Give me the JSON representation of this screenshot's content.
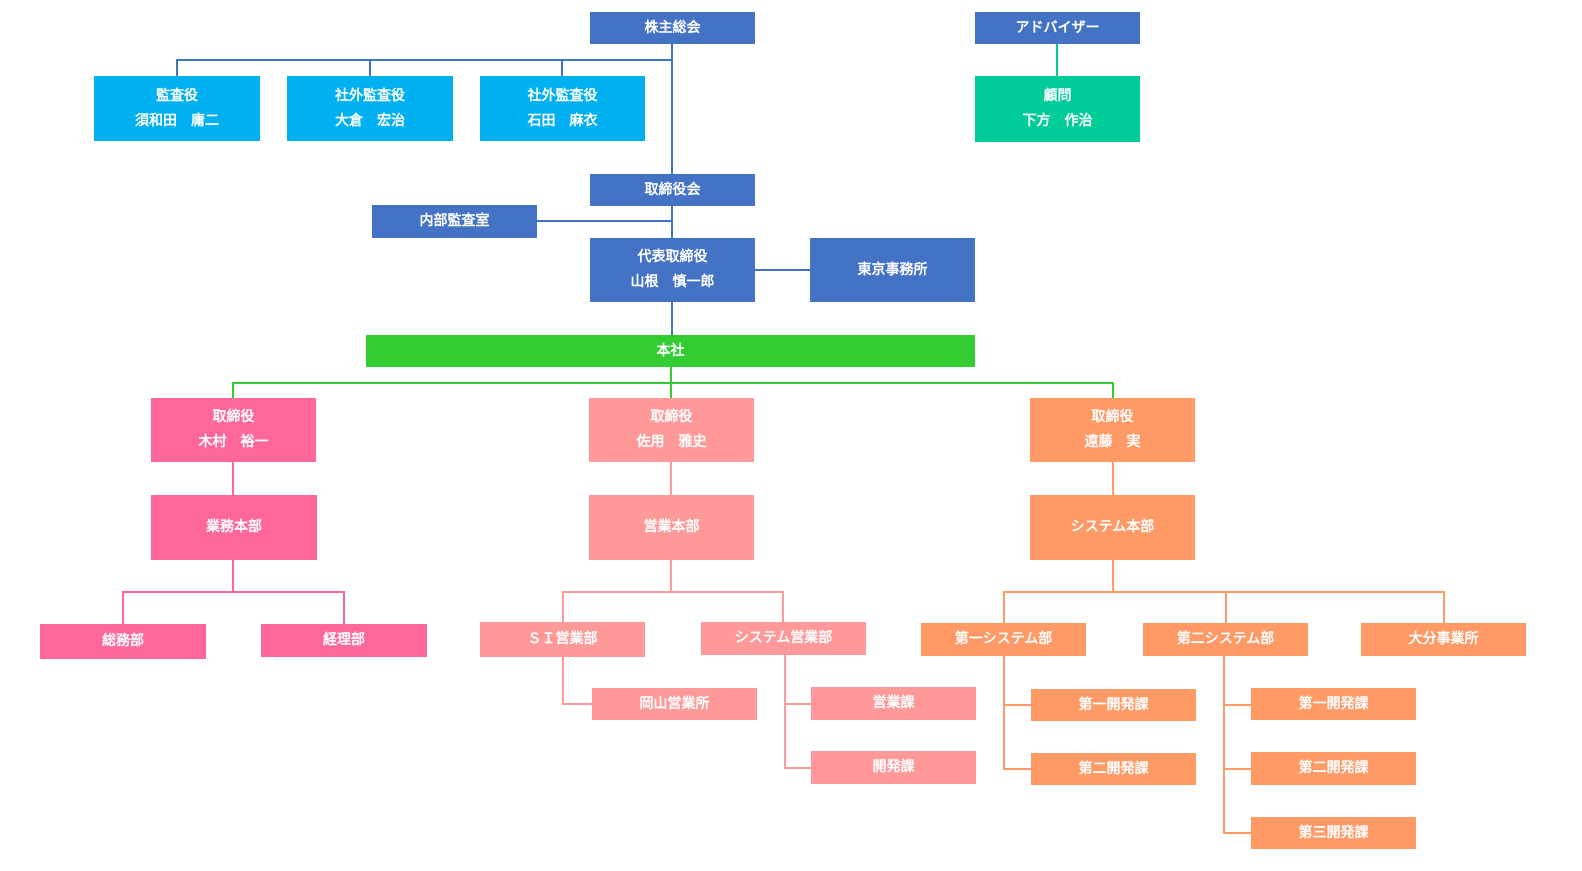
{
  "colors": {
    "blue": "#4472c4",
    "cyan": "#00b0f0",
    "teal": "#00cc99",
    "green": "#33cc33",
    "pink": "#ff6699",
    "salmon": "#ff9999",
    "orange": "#ff9966"
  },
  "top": {
    "shareholders": "株主総会",
    "advisor": "アドバイザー",
    "auditor": [
      "監査役",
      "須和田　庸二"
    ],
    "ext_auditor_1": [
      "社外監査役",
      "大倉　宏治"
    ],
    "ext_auditor_2": [
      "社外監査役",
      "石田　麻衣"
    ],
    "counselor": [
      "顧問",
      "下方　作治"
    ],
    "board": "取締役会",
    "internal_audit": "内部監査室",
    "ceo": [
      "代表取締役",
      "山根　慎一郎"
    ],
    "tokyo_office": "東京事務所",
    "head_office": "本社"
  },
  "left": {
    "director": [
      "取締役",
      "木村　裕一"
    ],
    "division": "業務本部",
    "dept_1": "総務部",
    "dept_2": "経理部"
  },
  "center": {
    "director": [
      "取締役",
      "佐用　雅史"
    ],
    "division": "営業本部",
    "si_sales": "ＳＩ営業部",
    "okayama_office": "岡山営業所",
    "system_sales": "システム営業部",
    "sales_section": "営業課",
    "dev_section": "開発課"
  },
  "right": {
    "director": [
      "取締役",
      "遠藤　実"
    ],
    "division": "システム本部",
    "system_1": "第一システム部",
    "system_1_dev_1": "第一開発課",
    "system_1_dev_2": "第二開発課",
    "system_2": "第二システム部",
    "system_2_dev_1": "第一開発課",
    "system_2_dev_2": "第二開発課",
    "system_2_dev_3": "第三開発課",
    "oita_office": "大分事業所"
  }
}
